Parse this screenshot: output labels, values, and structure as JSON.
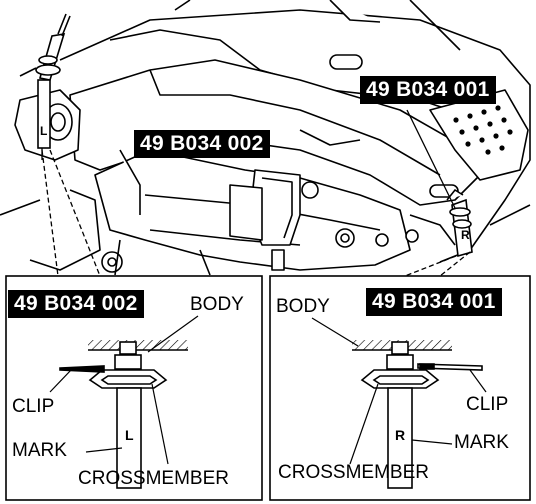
{
  "top_view": {
    "tool_right": "49 B034 001",
    "tool_left": "49 B034 002",
    "pin_mark_left": "L",
    "pin_mark_right": "R"
  },
  "detail_left": {
    "tool": "49 B034 002",
    "body": "BODY",
    "clip": "CLIP",
    "mark": "MARK",
    "mark_letter": "L",
    "crossmember": "CROSSMEMBER"
  },
  "detail_right": {
    "tool": "49 B034 001",
    "body": "BODY",
    "clip": "CLIP",
    "mark": "MARK",
    "mark_letter": "R",
    "crossmember": "CROSSMEMBER"
  }
}
